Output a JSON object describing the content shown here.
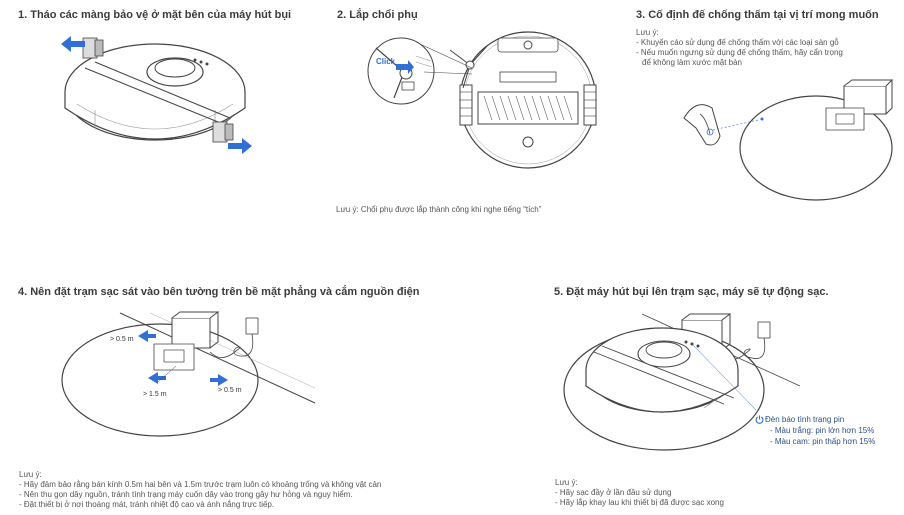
{
  "steps": {
    "s1": {
      "title": "1. Tháo các màng bảo vệ ở mặt bên của máy hút bụi"
    },
    "s2": {
      "title": "2. Lắp chổi phụ",
      "click_label": "Click",
      "note": "Lưu ý: Chổi phụ được lắp thành công khi nghe tiếng “tích”"
    },
    "s3": {
      "title": "3. Cố định đế chống thấm tại vị trí mong muốn",
      "note_label": "Lưu ý:",
      "notes": [
        "- Khuyến cáo sử dụng đế chống thấm với các loại sàn gỗ",
        "- Nếu muốn ngưng sử dụng đế chống thấm, hãy cẩn trọng",
        "  để không làm xước mặt bàn"
      ]
    },
    "s4": {
      "title": "4. Nên đặt trạm sạc sát vào bên tường trên bề mặt phẳng và cắm nguồn điện",
      "dist_side_top": "> 0.5 m",
      "dist_front": "> 1.5 m",
      "dist_side_right": "> 0.5 m",
      "note_label": "Lưu ý:",
      "notes": [
        "- Hãy đảm bảo rằng bán kính 0.5m hai bên và 1.5m trước trạm luôn có khoảng trống và không vật cản",
        "- Nên thu gọn dây nguồn, tránh tình trạng máy cuốn dây vào trong gây hư hỏng và nguy hiểm.",
        "- Đặt thiết bị ở nơi thoáng mát, tránh nhiệt độ cao và ánh nắng trực tiếp."
      ]
    },
    "s5": {
      "title": "5. Đặt máy hút bụi lên trạm sạc, máy sẽ tự động sạc.",
      "led_title": "Đèn báo tình trạng pin",
      "led_lines": [
        "- Màu trắng: pin lớn hơn 15%",
        "- Màu cam: pin thấp hơn 15%"
      ],
      "note_label": "Lưu ý:",
      "notes": [
        "- Hãy sạc đầy ở lần đầu sử dụng",
        "- Hãy lắp khay lau khi thiết bị đã được sạc xong"
      ]
    }
  },
  "colors": {
    "accent": "#2f6fd6",
    "line": "#444444",
    "text": "#3a3a3a"
  },
  "icons": [
    "arrow-left-icon",
    "arrow-right-icon",
    "power-icon"
  ]
}
